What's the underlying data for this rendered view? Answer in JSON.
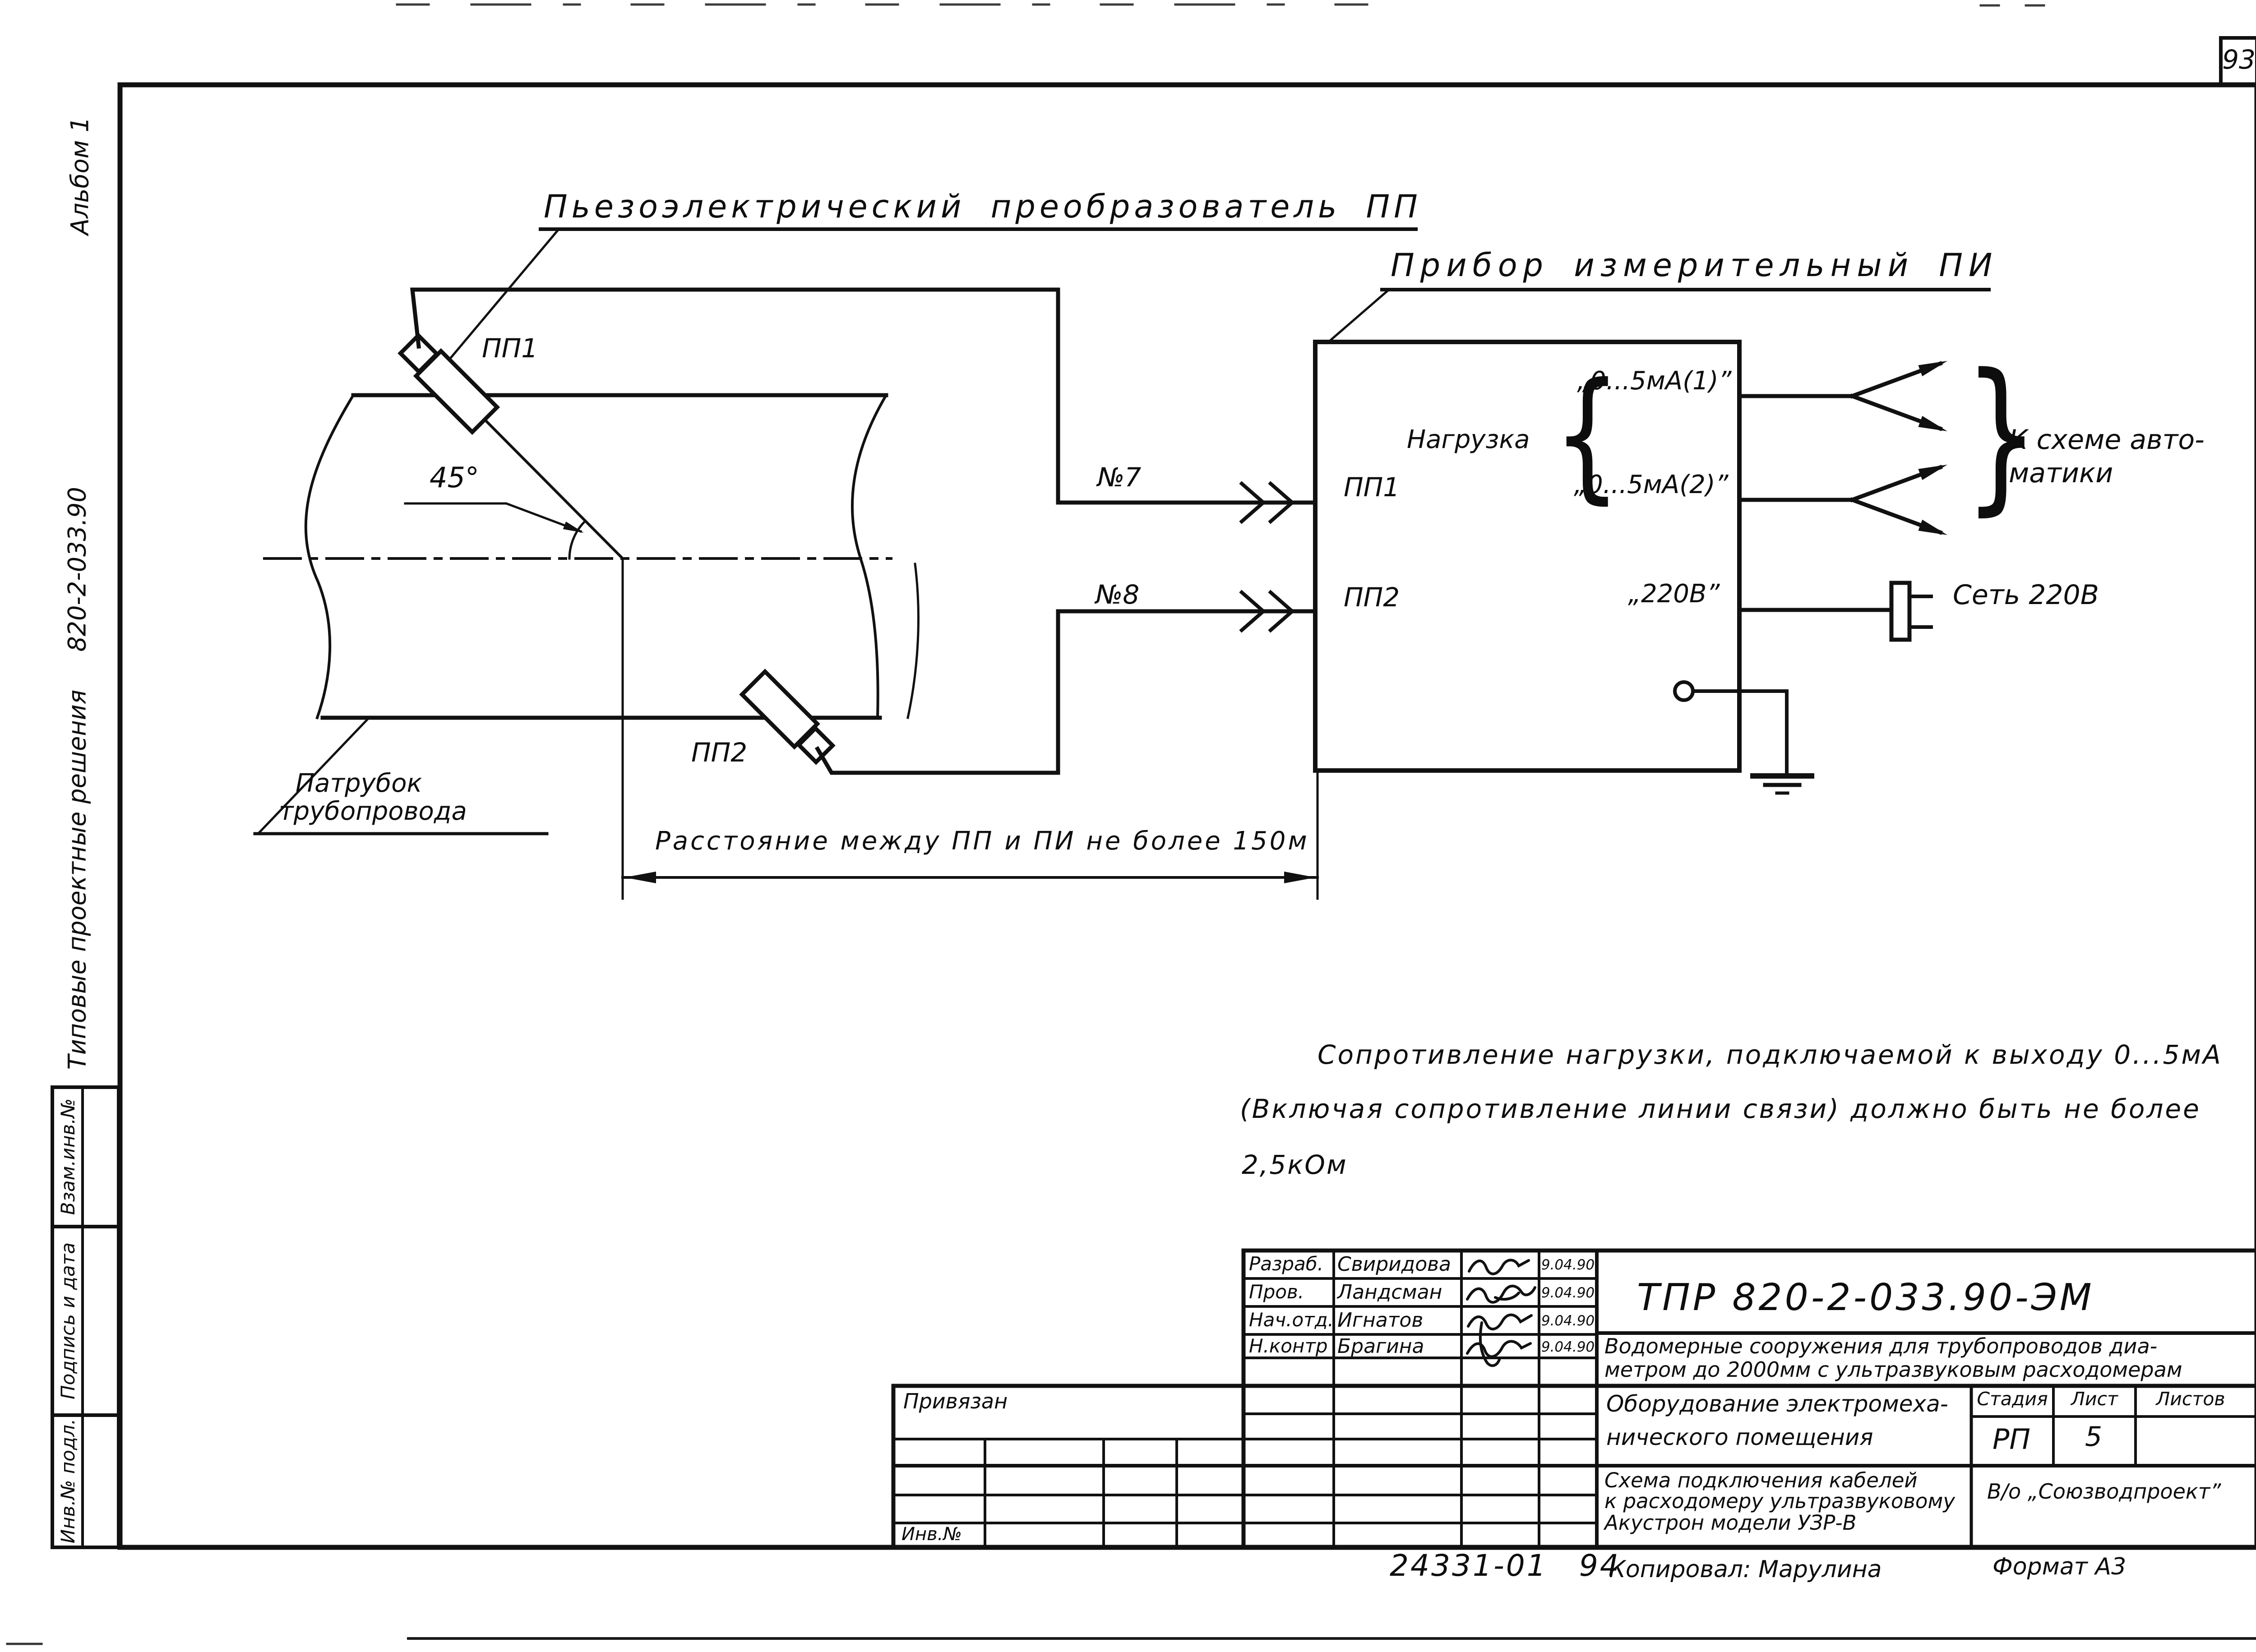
{
  "page": {
    "number": "93",
    "footer_code": "24331-01 94",
    "copied_by": "Копировал: Марулина",
    "format": "Формат А3"
  },
  "sidebar": {
    "album": "Альбом 1",
    "doc_code": "820-2-033.90",
    "series": "Типовые проектные решения",
    "box_zam": "Взам.инв.№",
    "box_sign": "Подпись и дата",
    "box_inv": "Инв.№ подл."
  },
  "diagram": {
    "title_pp": "Пьезоэлектрический преобразователь ПП",
    "title_pi": "Прибор измерительный ПИ",
    "sensor1_label": "ПП1",
    "sensor2_label": "ПП2",
    "angle_label": "45°",
    "pipe_label_line1": "Патрубок",
    "pipe_label_line2": "трубопровода",
    "cable7_label": "№7",
    "cable8_label": "№8",
    "distance_note": "Расстояние между ПП и ПИ не более 150м",
    "device": {
      "port1": "ПП1",
      "port2": "ПП2",
      "load_label": "Нагрузка",
      "brace_left": "{",
      "out1": "„0...5мА(1)”",
      "out2": "„0...5мА(2)”",
      "power": "„220В”"
    },
    "outputs": {
      "brace_right": "}",
      "dest_line1": "К схеме авто-",
      "dest_line2": "матики"
    },
    "mains_label": "Сеть 220В"
  },
  "note": {
    "line1": "Сопротивление нагрузки, подключаемой к выходу 0...5мА",
    "line2": "(Включая сопротивление линии связи) должно быть не более",
    "line3": "2,5кОм"
  },
  "stamp": {
    "doc_number": "ТПР 820-2-033.90-ЭМ",
    "rows": [
      {
        "role": "Разраб.",
        "name": "Свиридова",
        "date": "9.04.90"
      },
      {
        "role": "Пров.",
        "name": "Ландсман",
        "date": "9.04.90"
      },
      {
        "role": "Нач.отд.",
        "name": "Игнатов",
        "date": "9.04.90"
      },
      {
        "role": "Н.контр",
        "name": "Брагина",
        "date": "9.04.90"
      }
    ],
    "project_title_line1": "Водомерные сооружения для трубопроводов диа-",
    "project_title_line2": "метром до 2000мм с ультразвуковым расходомерам",
    "equip_title_line1": "Оборудование электромеха-",
    "equip_title_line2": "нического помещения",
    "stage_header": "Стадия",
    "sheet_header": "Лист",
    "sheets_header": "Листов",
    "stage_value": "РП",
    "sheet_value": "5",
    "scheme_title_line1": "Схема подключения кабелей",
    "scheme_title_line2": "к расходомеру ультразвуковому",
    "scheme_title_line3": "Акустрон модели УЗР-В",
    "organization": "В/о „Союзводпроект”",
    "attached_label": "Привязан",
    "inv_label": "Инв.№"
  }
}
